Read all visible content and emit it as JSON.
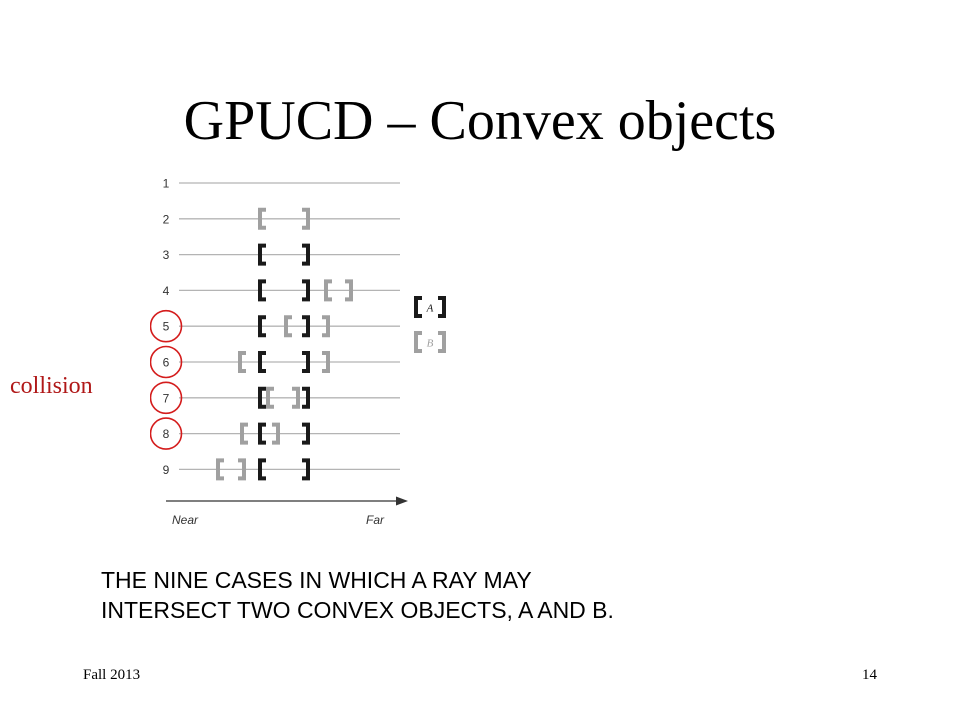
{
  "slide": {
    "title": "GPUCD – Convex objects",
    "collision_label": "collision",
    "caption_lines": [
      "THE NINE CASES IN WHICH A RAY MAY",
      "INTERSECT TWO CONVEX OBJECTS, A AND B."
    ],
    "footer_left": "Fall 2013",
    "footer_right": "14"
  },
  "diagram": {
    "row_labels": [
      "1",
      "2",
      "3",
      "4",
      "5",
      "6",
      "7",
      "8",
      "9"
    ],
    "axis_near": "Near",
    "axis_far": "Far",
    "legend": [
      {
        "name": "A",
        "color": "#1a1a1a"
      },
      {
        "name": "B",
        "color": "#a0a0a0"
      }
    ],
    "collision_rows": [
      "5",
      "6",
      "7",
      "8"
    ],
    "colors": {
      "object_a": "#1a1a1a",
      "object_b": "#a0a0a0",
      "ray_line": "#b4b4b4",
      "circle": "#d41c1c",
      "axis": "#333333"
    }
  }
}
